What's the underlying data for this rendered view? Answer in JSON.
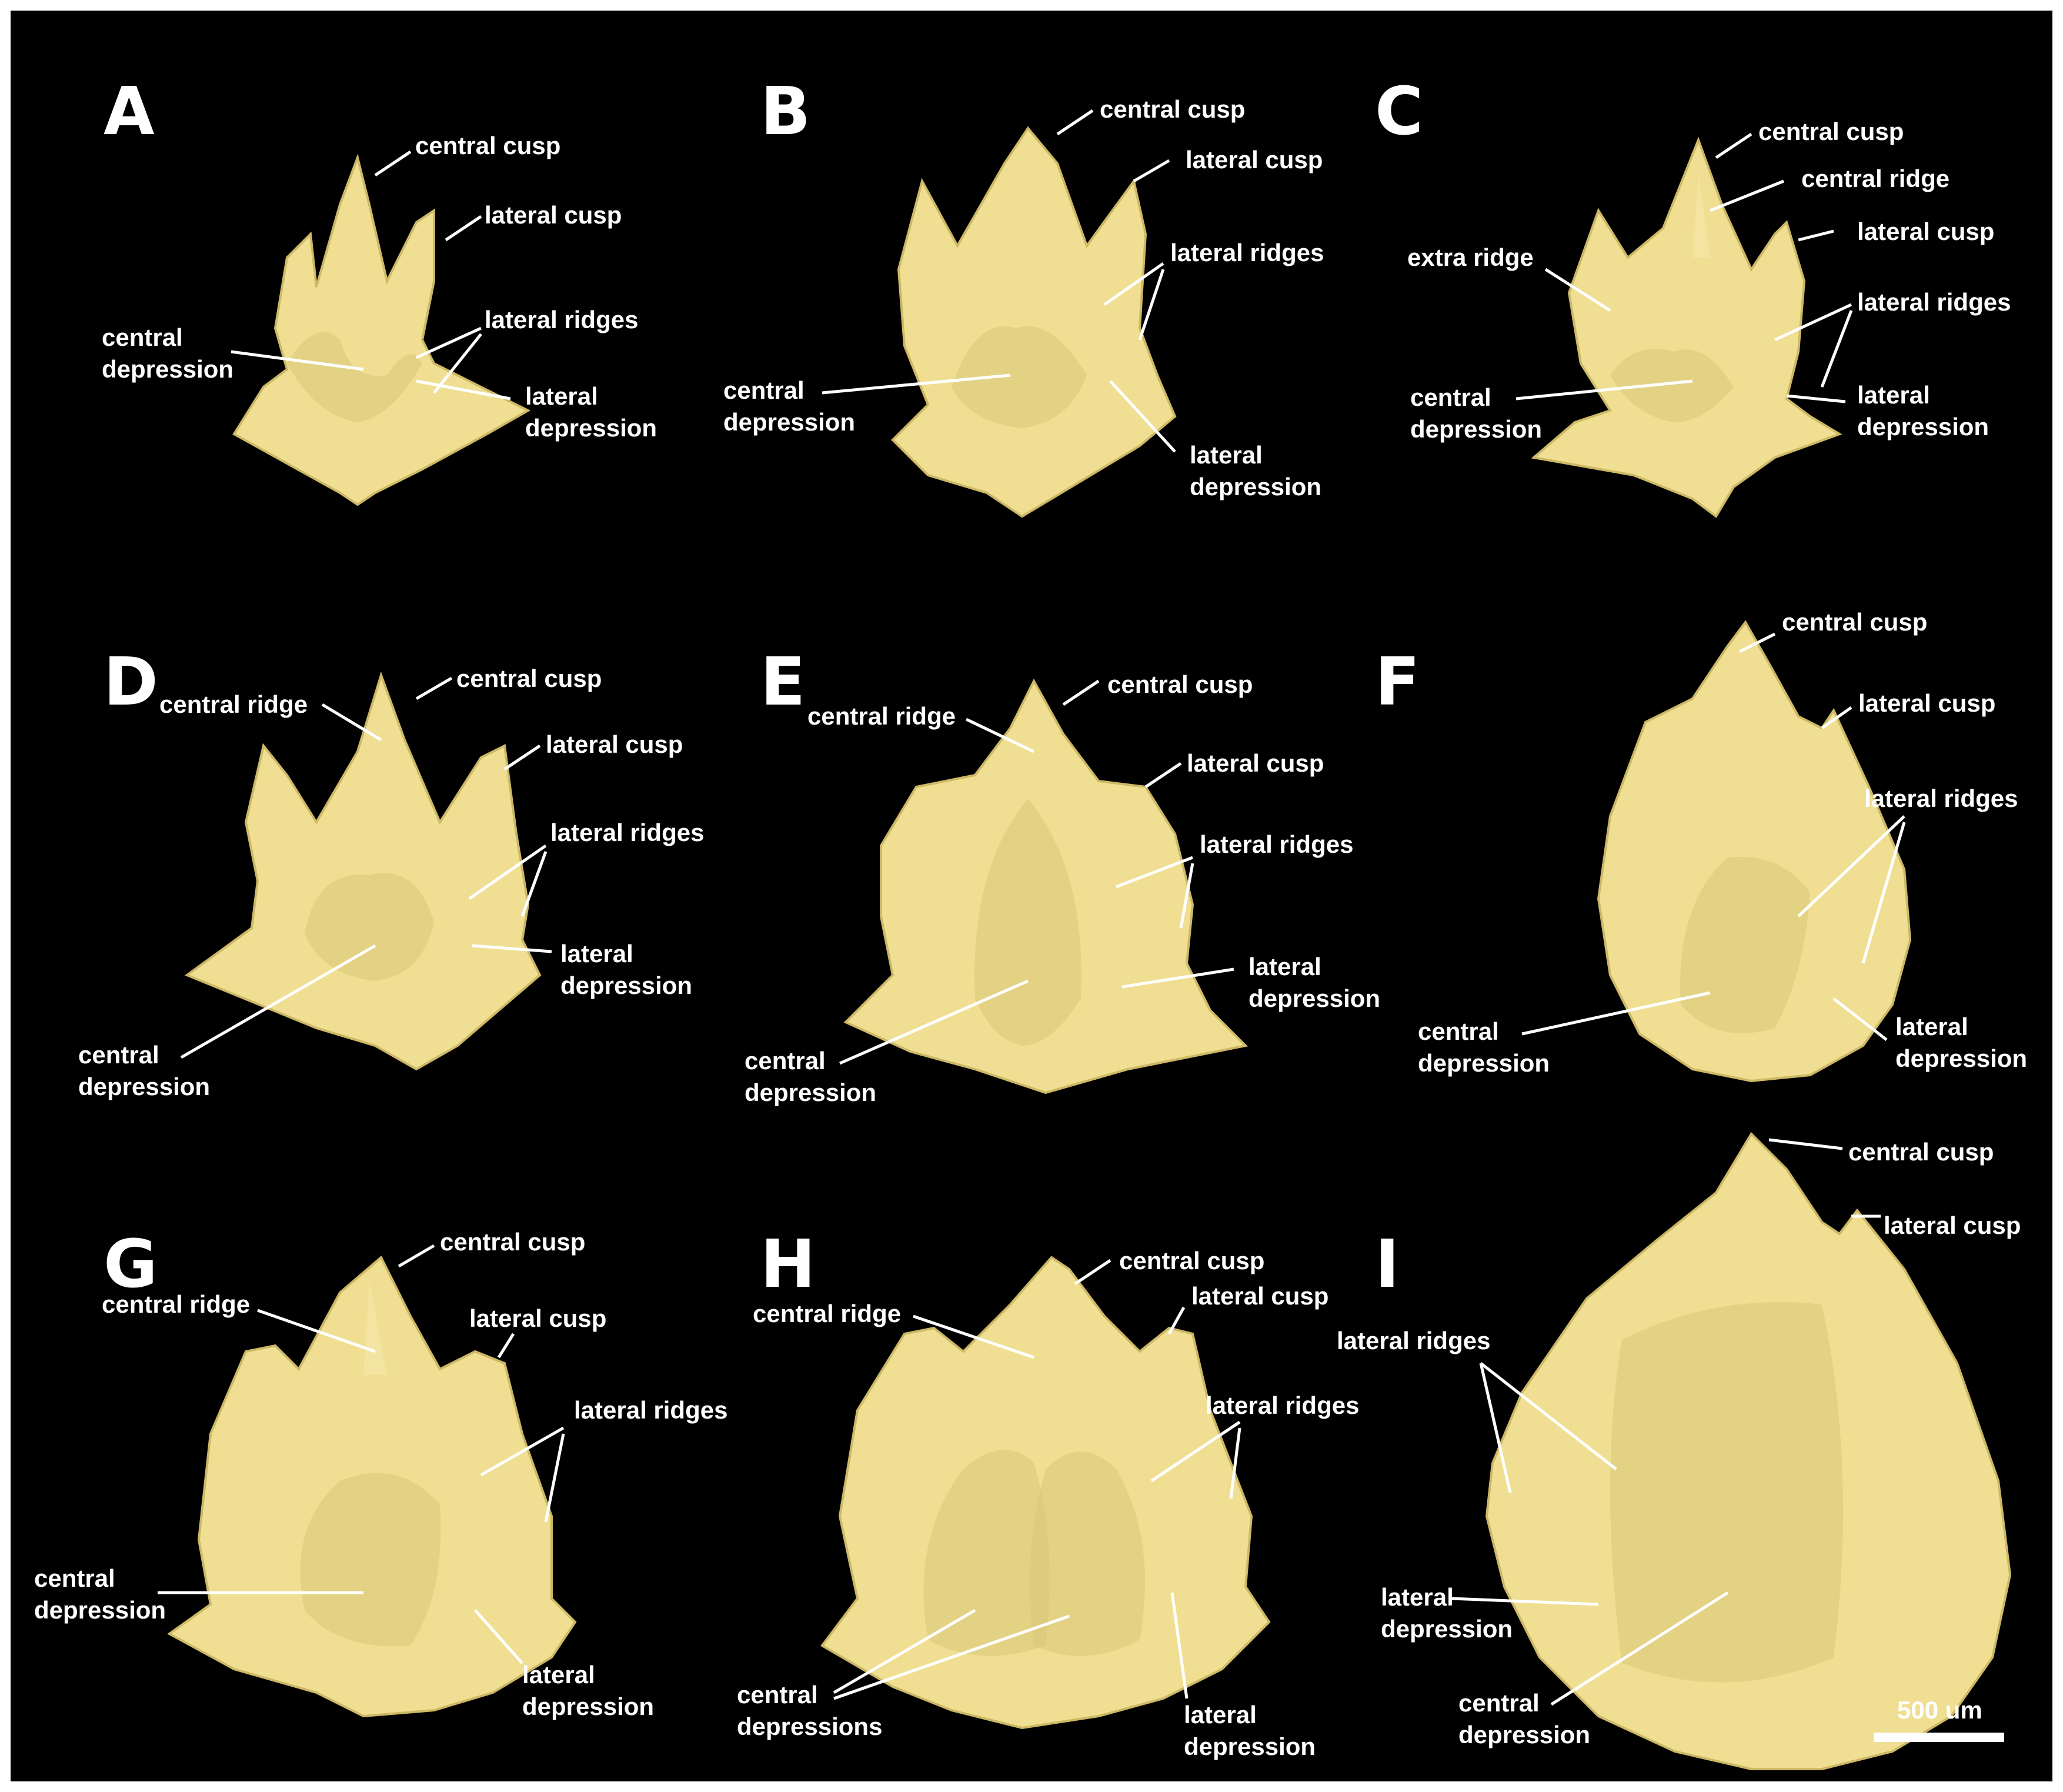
{
  "colors": {
    "background": "#000000",
    "tooth": "#f0df92",
    "label": "#ffffff"
  },
  "panels": [
    {
      "letter": "A",
      "labels": {
        "central_cusp": "central cusp",
        "lateral_cusp": "lateral cusp",
        "lateral_ridges": "lateral ridges",
        "central_depression_1": "central",
        "central_depression_2": "depression",
        "lateral_depression_1": "lateral",
        "lateral_depression_2": "depression"
      }
    },
    {
      "letter": "B",
      "labels": {
        "central_cusp": "central cusp",
        "lateral_cusp": "lateral cusp",
        "lateral_ridges": "lateral ridges",
        "central_depression_1": "central",
        "central_depression_2": "depression",
        "lateral_depression_1": "lateral",
        "lateral_depression_2": "depression"
      }
    },
    {
      "letter": "C",
      "labels": {
        "central_cusp": "central cusp",
        "central_ridge": "central ridge",
        "lateral_cusp": "lateral cusp",
        "extra_ridge": "extra ridge",
        "lateral_ridges": "lateral ridges",
        "central_depression_1": "central",
        "central_depression_2": "depression",
        "lateral_depression_1": "lateral",
        "lateral_depression_2": "depression"
      }
    },
    {
      "letter": "D",
      "labels": {
        "central_cusp": "central cusp",
        "central_ridge": "central ridge",
        "lateral_cusp": "lateral cusp",
        "lateral_ridges": "lateral ridges",
        "lateral_depression_1": "lateral",
        "lateral_depression_2": "depression",
        "central_depression_1": "central",
        "central_depression_2": "depression"
      }
    },
    {
      "letter": "E",
      "labels": {
        "central_cusp": "central cusp",
        "central_ridge": "central ridge",
        "lateral_cusp": "lateral cusp",
        "lateral_ridges": "lateral ridges",
        "lateral_depression_1": "lateral",
        "lateral_depression_2": "depression",
        "central_depression_1": "central",
        "central_depression_2": "depression"
      }
    },
    {
      "letter": "F",
      "labels": {
        "central_cusp": "central cusp",
        "lateral_cusp": "lateral cusp",
        "lateral_ridges": "lateral ridges",
        "central_depression_1": "central",
        "central_depression_2": "depression",
        "lateral_depression_1": "lateral",
        "lateral_depression_2": "depression"
      }
    },
    {
      "letter": "G",
      "labels": {
        "central_cusp": "central cusp",
        "central_ridge": "central ridge",
        "lateral_cusp": "lateral cusp",
        "lateral_ridges": "lateral ridges",
        "central_depression_1": "central",
        "central_depression_2": "depression",
        "lateral_depression_1": "lateral",
        "lateral_depression_2": "depression"
      }
    },
    {
      "letter": "H",
      "labels": {
        "central_cusp": "central cusp",
        "central_ridge": "central ridge",
        "lateral_cusp": "lateral cusp",
        "lateral_ridges": "lateral ridges",
        "central_depressions_1": "central",
        "central_depressions_2": "depressions",
        "lateral_depression_1": "lateral",
        "lateral_depression_2": "depression"
      }
    },
    {
      "letter": "I",
      "labels": {
        "central_cusp": "central cusp",
        "lateral_cusp": "lateral cusp",
        "lateral_ridges": "lateral ridges",
        "lateral_depression_1": "lateral",
        "lateral_depression_2": "depression",
        "central_depression_1": "central",
        "central_depression_2": "depression"
      }
    }
  ],
  "scale_bar": {
    "label": "500 um"
  }
}
